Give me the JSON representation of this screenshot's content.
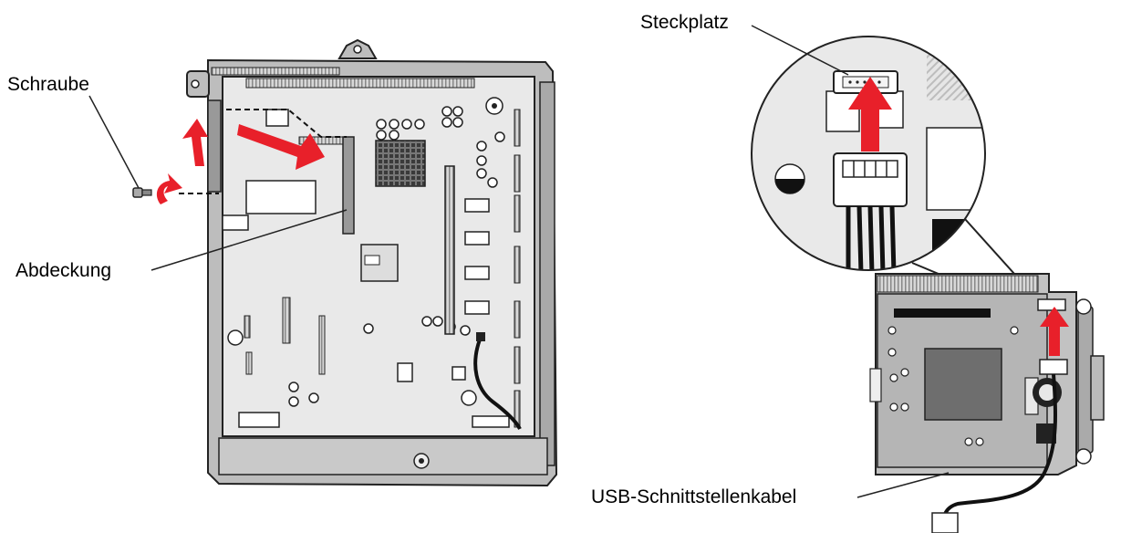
{
  "labels": {
    "screw": "Schraube",
    "cover": "Abdeckung",
    "slot": "Steckplatz",
    "usb_cable": "USB-Schnittstellenkabel"
  },
  "colors": {
    "arrow": "#e8202a",
    "board": "#e6e6e6",
    "frame": "#b8b8b8",
    "outline": "#222222"
  }
}
